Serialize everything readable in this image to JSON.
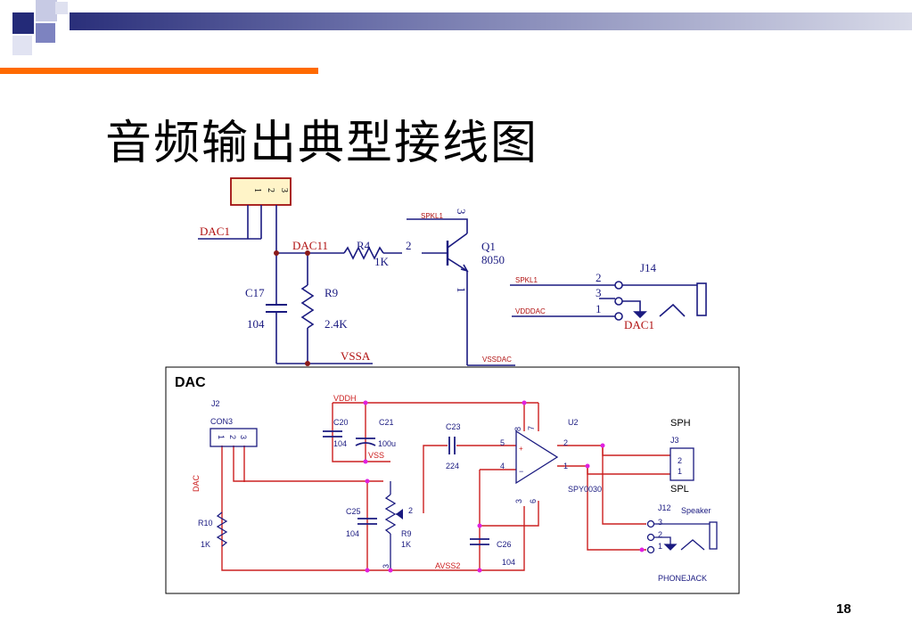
{
  "slide": {
    "title": "音频输出典型接线图",
    "page_number": "18"
  },
  "top_circuit": {
    "connector_pins": [
      "1",
      "2",
      "3"
    ],
    "net_dac1": "DAC1",
    "net_dac11": "DAC11",
    "r4_ref": "R4",
    "r4_value": "1K",
    "q1_base_pin": "2",
    "q1_ref": "Q1",
    "q1_value": "8050",
    "q1_pin3": "3",
    "q1_pin1": "1",
    "spkl1_top": "SPKL1",
    "c17_ref": "C17",
    "c17_value": "104",
    "r9_ref": "R9",
    "r9_value": "2.4K",
    "vssa": "VSSA",
    "vssdac": "VSSDAC",
    "j14_ref": "J14",
    "j14_spkl1": "SPKL1",
    "j14_vdddac": "VDDDAC",
    "j14_pins": [
      "2",
      "3",
      "1"
    ],
    "j14_dac1": "DAC1"
  },
  "dac_panel": {
    "heading": "DAC",
    "j2_ref": "J2",
    "j2_name": "CON3",
    "j2_pins": [
      "1",
      "2",
      "3"
    ],
    "net_dac": "DAC",
    "r10_ref": "R10",
    "r10_value": "1K",
    "vddh": "VDDH",
    "c20_ref": "C20",
    "c20_value": "104",
    "c21_ref": "C21",
    "c21_value": "100u",
    "vss": "VSS",
    "c23_ref": "C23",
    "c23_value": "224",
    "c25_ref": "C25",
    "c25_value": "104",
    "r9_ref": "R9",
    "r9_value": "1K",
    "r9_wiper_pin": "2",
    "r9_pin3": "3",
    "avss2": "AVSS2",
    "c26_ref": "C26",
    "c26_value": "104",
    "u2_ref": "U2",
    "u2_name": "SPY0030",
    "u2_pin8": "8",
    "u2_pin7": "7",
    "u2_pin5": "5",
    "u2_pin4": "4",
    "u2_pin2": "2",
    "u2_pin1": "1",
    "u2_pin3": "3",
    "u2_pin6": "6",
    "u2_plus": "+",
    "u2_minus": "−",
    "sph": "SPH",
    "spl": "SPL",
    "j3_ref": "J3",
    "j3_pins": [
      "2",
      "1"
    ],
    "j12_ref": "J12",
    "speaker": "Speaker",
    "j12_pins": [
      "3",
      "2",
      "1"
    ],
    "phonejack": "PHONEJACK"
  },
  "colors": {
    "wire_top": "#1a1a80",
    "wire_panel_red": "#cc2020",
    "wire_panel_blue": "#1a1a80",
    "label_red": "#b01010",
    "junction": "#8b1a1a",
    "magenta_node": "#e020e0",
    "connector_fill": "#fff4c8",
    "connector_stroke": "#a01010",
    "orange_rule": "#ff6a00"
  }
}
